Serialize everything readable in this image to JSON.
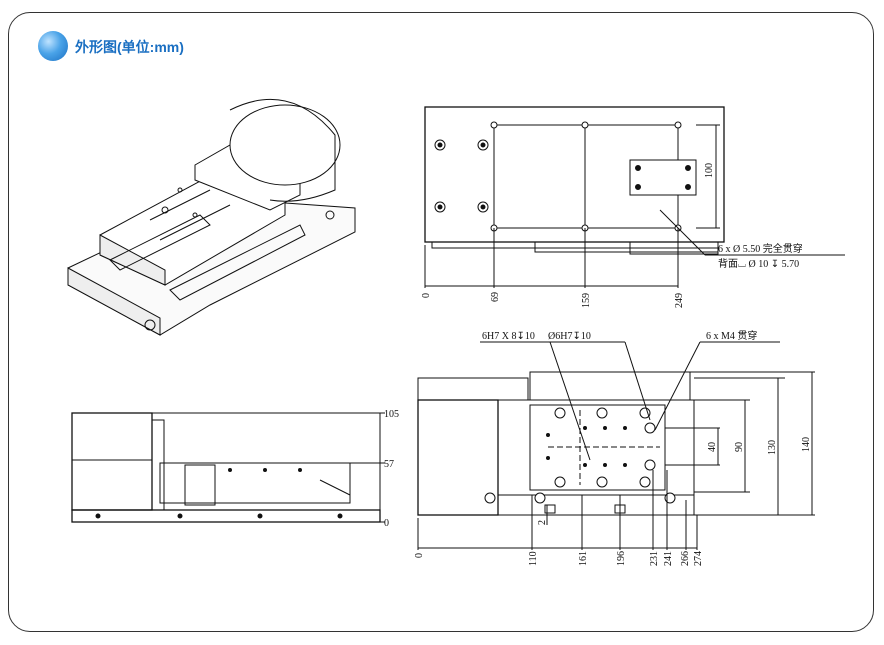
{
  "title": "外形图(单位:mm)",
  "top_view": {
    "hole_note_1": "6 x Ø 5.50 完全贯穿",
    "hole_note_2": "背面⌴ Ø 10 ↧ 5.70",
    "dim_vertical": "100",
    "dims_horizontal": [
      "0",
      "69",
      "159",
      "249"
    ]
  },
  "front_view": {
    "callouts": [
      "6H7 X 8↧10",
      "Ø6H7↧10",
      "6 x M4 贯穿"
    ],
    "dims_vertical": [
      "40",
      "90",
      "130",
      "140"
    ],
    "dims_horizontal": [
      "0",
      "110",
      "161",
      "196",
      "231",
      "241",
      "266",
      "274"
    ],
    "dim_small": "2"
  },
  "side_view": {
    "dims_vertical": [
      "105",
      "57",
      "0"
    ]
  }
}
